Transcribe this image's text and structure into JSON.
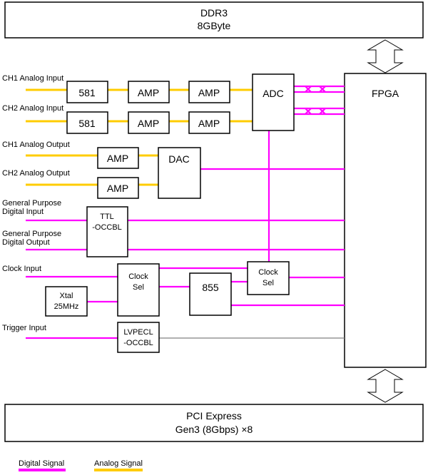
{
  "ddr3": {
    "line1": "DDR3",
    "line2": "8GByte"
  },
  "pcie": {
    "line1": "PCI Express",
    "line2": "Gen3 (8Gbps) ×8"
  },
  "fpga": "FPGA",
  "labels": {
    "ch1_in": "CH1 Analog Input",
    "ch2_in": "CH2 Analog Input",
    "ch1_out": "CH1 Analog Output",
    "ch2_out": "CH2 Analog Output",
    "gp_in_1": "General Purpose",
    "gp_in_2": "Digital Input",
    "gp_out_1": "General Purpose",
    "gp_out_2": "Digital Output",
    "clock_in": "Clock Input",
    "trigger_in": "Trigger Input"
  },
  "blocks": {
    "b581_1": "581",
    "b581_2": "581",
    "amp1": "AMP",
    "amp2": "AMP",
    "amp3": "AMP",
    "amp4": "AMP",
    "amp5": "AMP",
    "amp6": "AMP",
    "adc": "ADC",
    "dac": "DAC",
    "ttl_1": "TTL",
    "ttl_2": "-OCCBL",
    "clksel1_1": "Clock",
    "clksel1_2": "Sel",
    "clksel2_1": "Clock",
    "clksel2_2": "Sel",
    "xtal_1": "Xtal",
    "xtal_2": "25MHz",
    "b855": "855",
    "lvpecl_1": "LVPECL",
    "lvpecl_2": "-OCCBL"
  },
  "legend": {
    "digital": "Digital Signal",
    "analog": "Analog Signal"
  },
  "colors": {
    "digital": "#ff00ff",
    "analog": "#ffcc00",
    "line": "#000000"
  }
}
